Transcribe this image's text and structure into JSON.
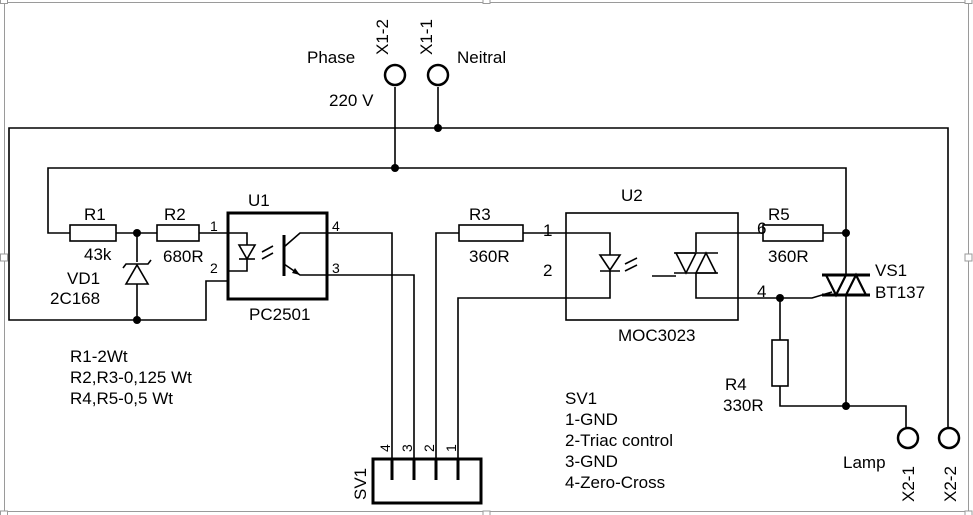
{
  "terminals": {
    "x1_2": "X1-2",
    "x1_1": "X1-1",
    "x2_1": "X2-1",
    "x2_2": "X2-2"
  },
  "labels": {
    "phase": "Phase",
    "neitral": "Neitral",
    "voltage": "220 V",
    "lamp": "Lamp"
  },
  "components": {
    "r1": {
      "ref": "R1",
      "value": "43k"
    },
    "r2": {
      "ref": "R2",
      "value": "680R"
    },
    "r3": {
      "ref": "R3",
      "value": "360R"
    },
    "r4": {
      "ref": "R4",
      "value": "330R"
    },
    "r5": {
      "ref": "R5",
      "value": "360R"
    },
    "vd1": {
      "ref": "VD1",
      "value": "2C168"
    },
    "u1": {
      "ref": "U1",
      "part": "PC2501"
    },
    "u2": {
      "ref": "U2",
      "part": "MOC3023"
    },
    "vs1": {
      "ref": "VS1",
      "part": "BT137"
    },
    "sv1": {
      "ref": "SV1"
    }
  },
  "pins": {
    "u1_p1": "1",
    "u1_p2": "2",
    "u1_p3": "3",
    "u1_p4": "4",
    "u2_p1": "1",
    "u2_p2": "2",
    "u2_p4": "4",
    "u2_p6": "6",
    "sv_p4": "4",
    "sv_p3": "3",
    "sv_p2": "2",
    "sv_p1": "1"
  },
  "notes": {
    "power": [
      "R1-2Wt",
      "R2,R3-0,125 Wt",
      "R4,R5-0,5 Wt"
    ],
    "connector": [
      "SV1",
      "1-GND",
      "2-Triac control",
      "3-GND",
      "4-Zero-Cross"
    ]
  }
}
